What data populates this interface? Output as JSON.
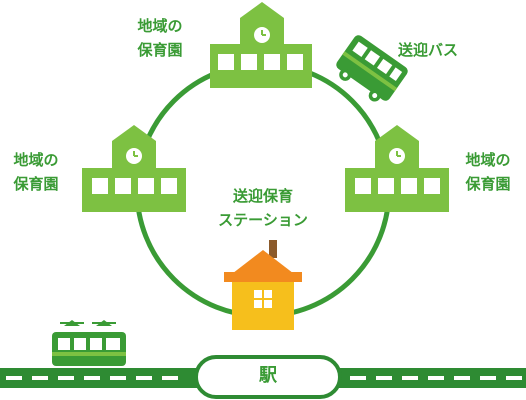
{
  "labels": {
    "nursery_top": [
      "地域の",
      "保育園"
    ],
    "nursery_left": [
      "地域の",
      "保育園"
    ],
    "nursery_right": [
      "地域の",
      "保育園"
    ],
    "bus": "送迎バス",
    "center": [
      "送迎保育",
      "ステーション"
    ],
    "station": "駅"
  },
  "colors": {
    "green_dark": "#3a9b35",
    "green_light": "#7dc142",
    "orange_roof": "#f28a1f",
    "yellow_house": "#f6bf1c",
    "track_bg": "#2e8b33"
  },
  "icons": [
    "nursery-building-icon",
    "school-bus-icon",
    "house-icon",
    "train-icon",
    "clock-icon"
  ]
}
